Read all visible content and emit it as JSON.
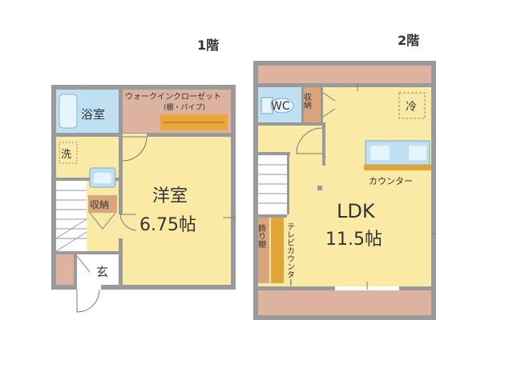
{
  "floor1": {
    "label": "1階",
    "rooms": {
      "bath": "浴室",
      "walkin_closet": "ウォークインクローゼット",
      "walkin_closet_note": "(棚・パイプ)",
      "washroom": "洗",
      "storage": "収納",
      "western_room": "洋室",
      "western_room_size": "6.75帖",
      "entrance": "玄"
    }
  },
  "floor2": {
    "label": "2階",
    "rooms": {
      "toilet": "WC",
      "storage": "収納",
      "fridge": "冷",
      "counter": "カウンター",
      "ldk": "LDK",
      "ldk_size": "11.5帖",
      "tv_counter": "テレビカウンター",
      "display_shelf": "飾り棚"
    }
  },
  "colors": {
    "wall": "#8c8c8c",
    "floor": "#fbeaa6",
    "wet_area": "#bfe0f2",
    "balcony": "#ddb39f",
    "storage": "#d9a57c",
    "counter": "#e0a63a"
  }
}
